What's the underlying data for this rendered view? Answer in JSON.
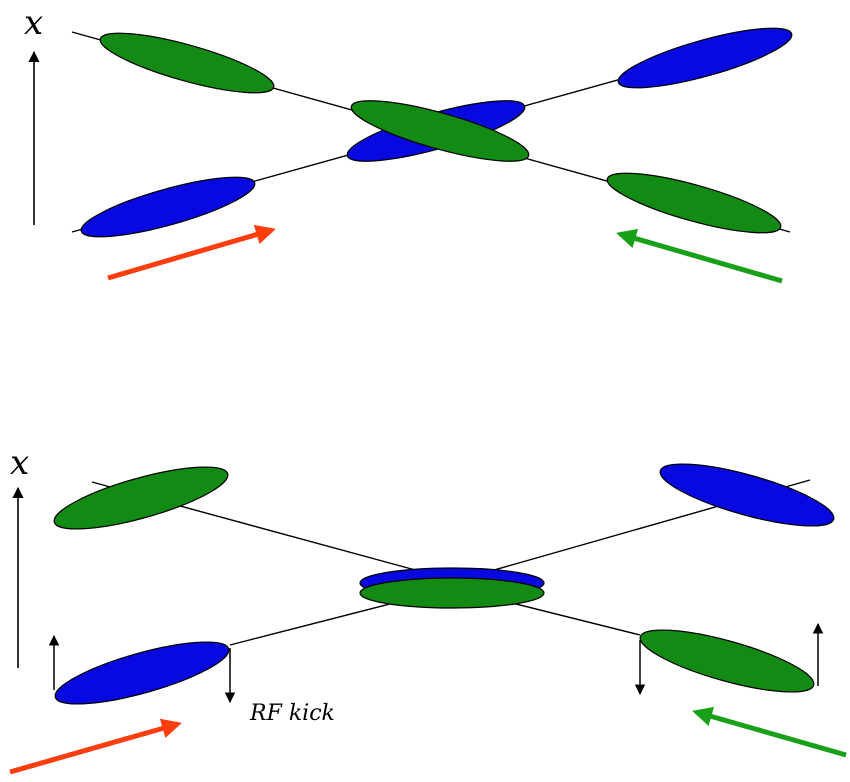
{
  "colors": {
    "green": "#138a13",
    "blue": "#0808e0",
    "red_arrow": "#ff3d0f",
    "green_arrow": "#19a019",
    "line": "#000000"
  },
  "panels": [
    {
      "axis_label": "x",
      "bunch_colors": [
        "green",
        "blue",
        "blue",
        "green",
        "blue",
        "green"
      ]
    },
    {
      "axis_label": "x",
      "annotation": "RF kick",
      "bunch_colors": [
        "green",
        "blue",
        "blue",
        "green",
        "blue",
        "green"
      ]
    }
  ]
}
